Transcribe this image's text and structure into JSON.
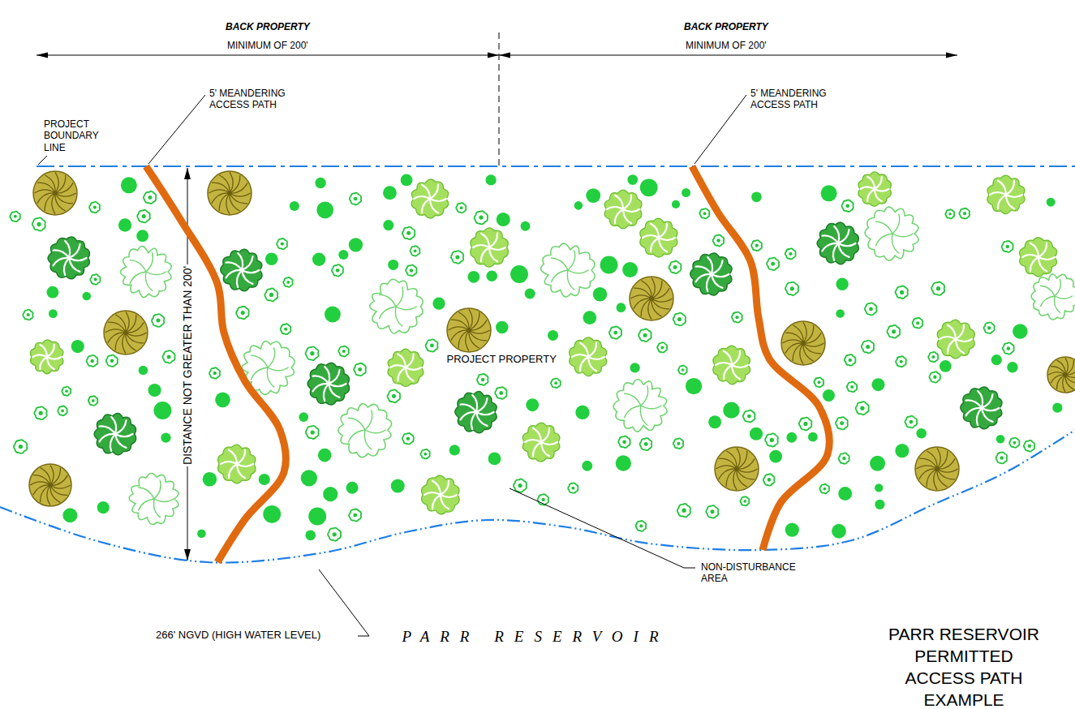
{
  "diagram": {
    "title": "PARR RESERVOIR PERMITTED ACCESS PATH EXAMPLE",
    "labels": [
      "BACK PROPERTY",
      "MINIMUM OF 200'",
      "BACK PROPERTY",
      "MINIMUM OF 200'",
      "5' MEANDERING ACCESS PATH",
      "PROJECT BOUNDARY LINE",
      "5' MEANDERING ACCESS PATH",
      "DISTANCE NOT GREATER THAN 200'",
      "PROJECT PROPERTY",
      "NON-DISTURBANCE AREA",
      "266' NGVD (HIGH WATER LEVEL)",
      "PARR RESERVOIR"
    ]
  }
}
